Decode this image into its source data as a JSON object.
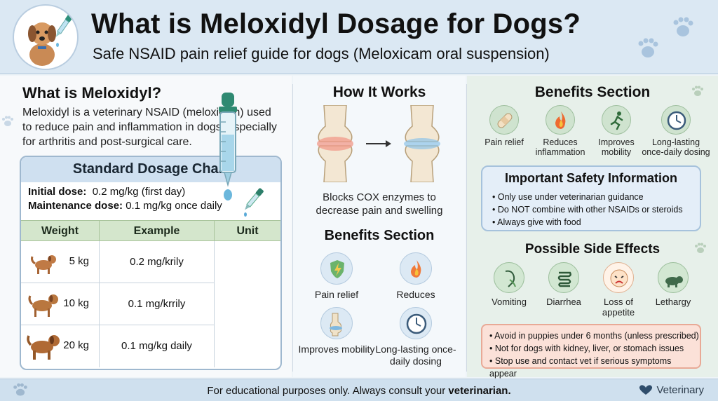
{
  "header": {
    "title": "What is Meloxidyl Dosage for Dogs?",
    "subtitle": "Safe NSAID pain relief guide for dogs (Meloxicam oral suspension)"
  },
  "what": {
    "title": "What is Meloxidyl?",
    "description": "Meloxidyl is a veterinary NSAID (meloxicam) used to reduce pain and inflammation in dogs, especially for arthritis and post-surgical care."
  },
  "dosage": {
    "title": "Standard Dosage Chart",
    "initial_label": "Initial dose:",
    "initial_value": "0.2 mg/kg (first day)",
    "maint_label": "Maintenance dose:",
    "maint_value": "0.1 mg/kg once daily",
    "headers": [
      "Weight",
      "Example",
      "Unit"
    ],
    "rows": [
      {
        "weight": "5 kg",
        "example": "0.2 mg/krily"
      },
      {
        "weight": "10 kg",
        "example": "0.1 mg/krrily"
      },
      {
        "weight": "20 kg",
        "example": "0.1 mg/kg daily"
      }
    ]
  },
  "how": {
    "title": "How It Works",
    "description": "Blocks COX enzymes to decrease pain and swelling"
  },
  "benefits_mid": {
    "title": "Benefits Section",
    "items": [
      {
        "label": "Pain relief",
        "icon": "shield-lightning-icon"
      },
      {
        "label": "Reduces",
        "icon": "flame-icon"
      },
      {
        "label": "Improves mobility",
        "icon": "knee-joint-icon"
      },
      {
        "label": "Long-lasting once-daily dosing",
        "icon": "clock-icon"
      }
    ]
  },
  "benefits_right": {
    "title": "Benefits Section",
    "items": [
      {
        "label": "Pain relief",
        "icon": "bandage-icon"
      },
      {
        "label": "Reduces inflammation",
        "icon": "flame-icon"
      },
      {
        "label": "Improves mobility",
        "icon": "running-icon"
      },
      {
        "label": "Long-lasting once-daily dosing",
        "icon": "clock-icon"
      }
    ]
  },
  "safety": {
    "title": "Important Safety Information",
    "items": [
      "Only use under veterinarian guidance",
      "Do NOT combine with other NSAIDs or steroids",
      "Always give with food"
    ]
  },
  "side_effects": {
    "title": "Possible Side Effects",
    "items": [
      {
        "label": "Vomiting",
        "icon": "vomiting-icon"
      },
      {
        "label": "Diarrhea",
        "icon": "intestine-icon"
      },
      {
        "label": "Loss of appetite",
        "icon": "sad-face-icon"
      },
      {
        "label": "Lethargy",
        "icon": "tired-dog-icon"
      }
    ]
  },
  "warnings": [
    "Avoid in puppies under 6 months (unless prescribed)",
    "Not for dogs with kidney, liver, or stomach issues",
    "Stop use and contact vet if serious symptoms appear"
  ],
  "footer": {
    "text_prefix": "For educational purposes only. Always consult your",
    "text_bold": "veterinarian.",
    "brand": "Veterinary"
  },
  "colors": {
    "header_bg": "#dbe8f3",
    "dosage_head": "#cfe0f0",
    "table_head": "#d4e6cc",
    "right_panel": "#e7f0ea",
    "warning_bg": "#fbe1d8"
  }
}
